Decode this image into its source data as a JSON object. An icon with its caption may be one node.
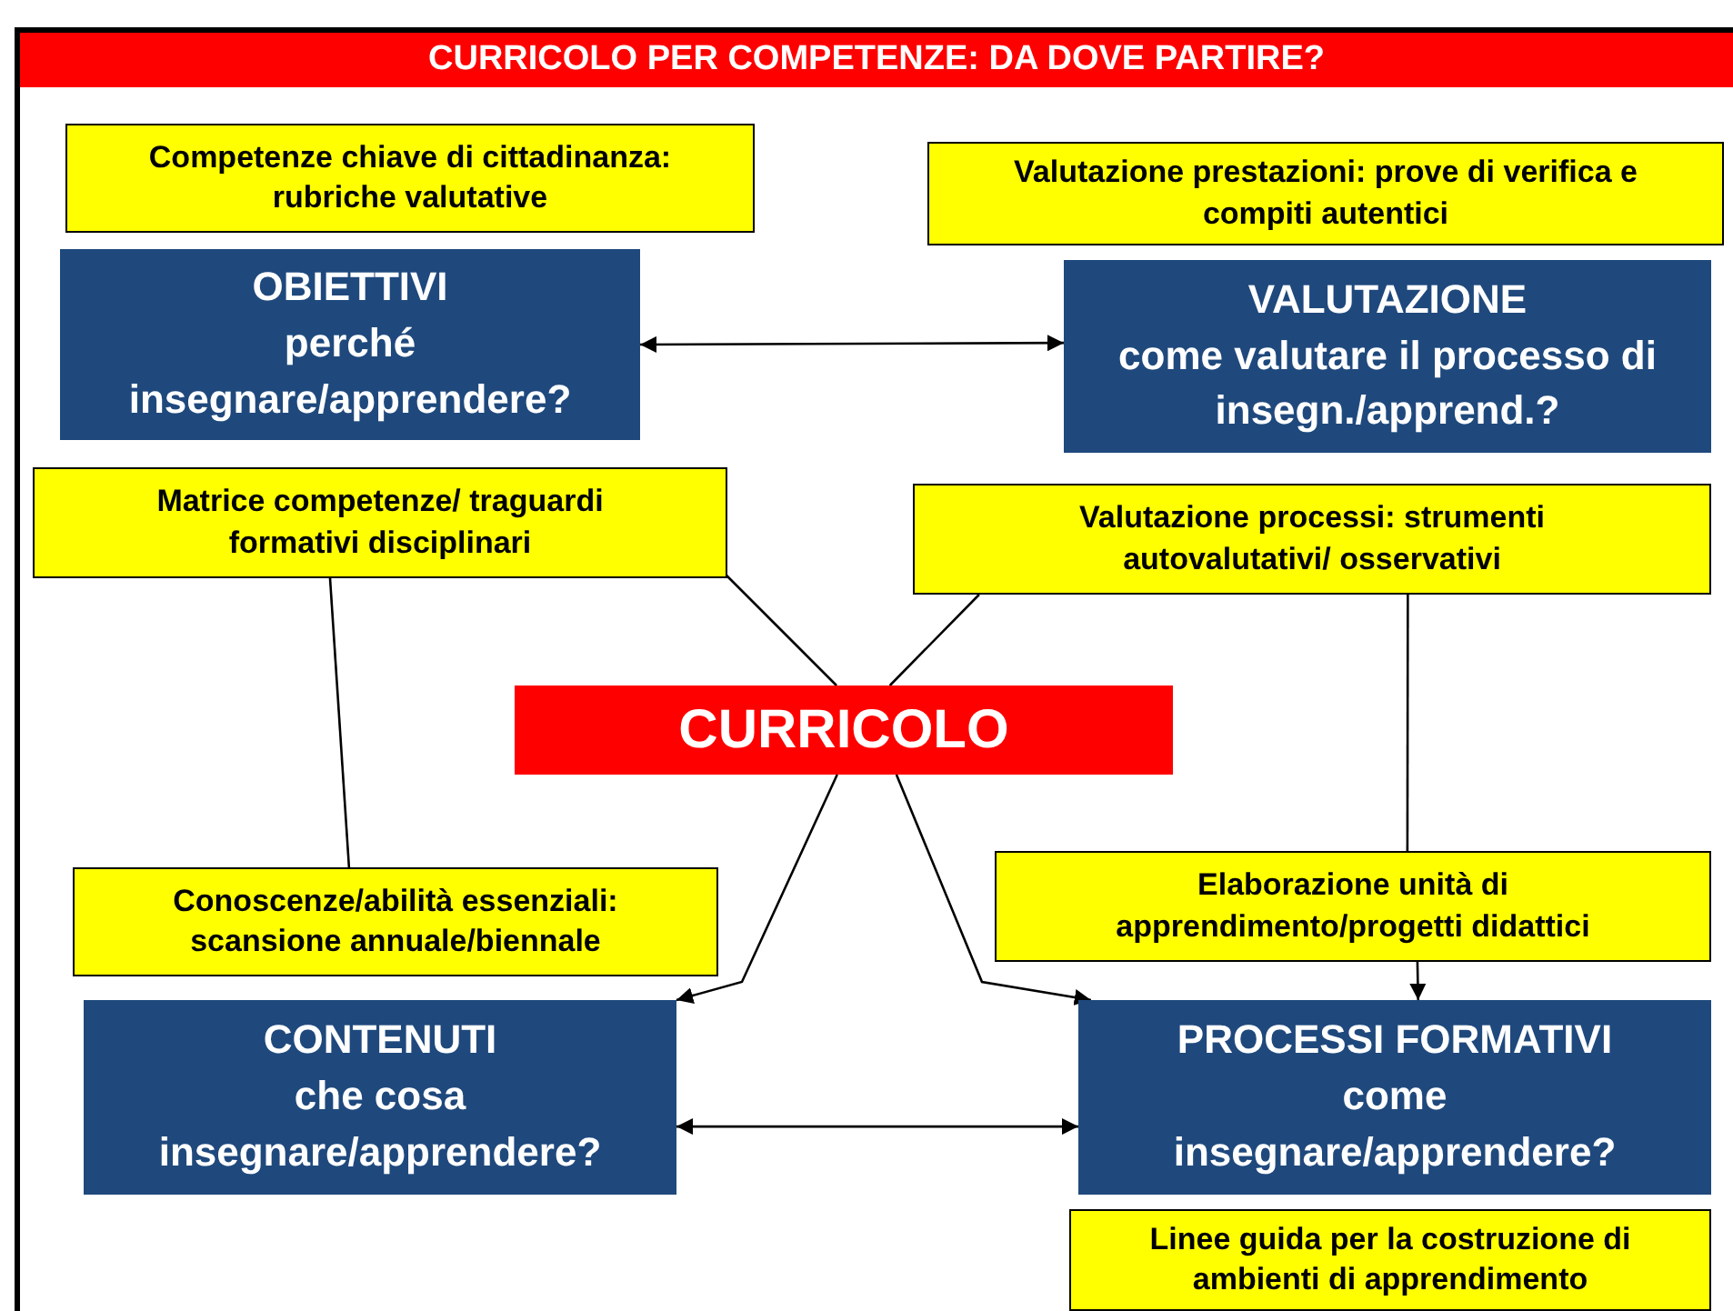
{
  "diagram": {
    "title": "CURRICOLO PER COMPETENZE: DA DOVE PARTIRE?",
    "nodes": [
      {
        "text": [
          "Competenze chiave di cittadinanza: rubriche valutative"
        ]
      },
      {
        "text": [
          "Valutazione prestazioni: prove di verifica e compiti autentici"
        ]
      },
      {
        "text": [
          "OBIETTIVI",
          "perché insegnare/apprendere?"
        ]
      },
      {
        "text": [
          "VALUTAZIONE",
          "come valutare il processo di insegn./apprend.?"
        ]
      },
      {
        "text": [
          "Matrice competenze/ traguardi formativi disciplinari"
        ]
      },
      {
        "text": [
          "Valutazione processi: strumenti autovalutativi/ osservativi"
        ]
      },
      {
        "text": [
          "CURRICOLO"
        ]
      },
      {
        "text": [
          "Conoscenze/abilità essenziali: scansione annuale/biennale"
        ]
      },
      {
        "text": [
          "Elaborazione unità di apprendimento/progetti didattici"
        ]
      },
      {
        "text": [
          "CONTENUTI",
          "che cosa insegnare/apprendere?"
        ]
      },
      {
        "text": [
          "PROCESSI FORMATIVI",
          "come insegnare/apprendere?"
        ]
      },
      {
        "text": [
          "Linee guida per la costruzione di ambienti di apprendimento"
        ]
      }
    ],
    "edges": [
      {
        "from": 2,
        "to": 3,
        "arrow": "both"
      },
      {
        "from": 9,
        "to": 10,
        "arrow": "both"
      },
      {
        "from": 4,
        "to": 6,
        "arrow": "none"
      },
      {
        "from": 5,
        "to": 6,
        "arrow": "none"
      },
      {
        "from": 6,
        "to": 9,
        "arrow": "to"
      },
      {
        "from": 6,
        "to": 10,
        "arrow": "to"
      },
      {
        "from": 4,
        "to": 7,
        "arrow": "none"
      },
      {
        "from": 5,
        "to": 8,
        "arrow": "none"
      },
      {
        "from": 8,
        "to": 10,
        "arrow": "to"
      }
    ]
  }
}
